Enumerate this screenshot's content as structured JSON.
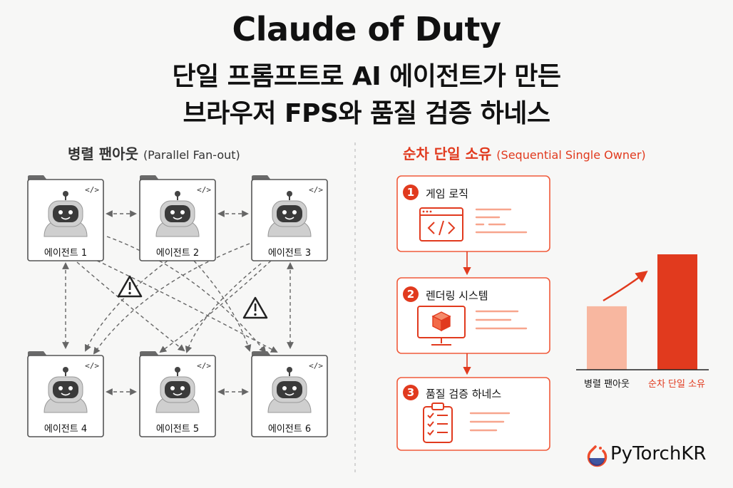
{
  "title": {
    "main": "Claude of Duty",
    "line1": "단일 프롬프트로 AI 에이전트가 만든",
    "line2": "브라우저 FPS와 품질 검증 하네스"
  },
  "left": {
    "title_ko": "병렬 팬아웃",
    "title_en": "(Parallel Fan-out)",
    "agents": [
      "에이전트 1",
      "에이전트 2",
      "에이전트 3",
      "에이전트 4",
      "에이전트 5",
      "에이전트 6"
    ],
    "code_tag": "</>"
  },
  "right": {
    "title_ko": "순차 단일 소유",
    "title_en": "(Sequential Single Owner)",
    "steps": [
      {
        "num": "1",
        "title": "게임 로직"
      },
      {
        "num": "2",
        "title": "렌더링 시스템"
      },
      {
        "num": "3",
        "title": "품질 검증 하네스"
      }
    ]
  },
  "chart_data": {
    "type": "bar",
    "categories": [
      "병렬 팬아웃",
      "순차 단일 소유"
    ],
    "values": [
      0.55,
      1.0
    ],
    "colors": [
      "#f8b7a0",
      "#e13a1e"
    ]
  },
  "brand": {
    "name": "PyTorchKR"
  },
  "colors": {
    "accent": "#e13a1e",
    "gray": "#555555"
  }
}
